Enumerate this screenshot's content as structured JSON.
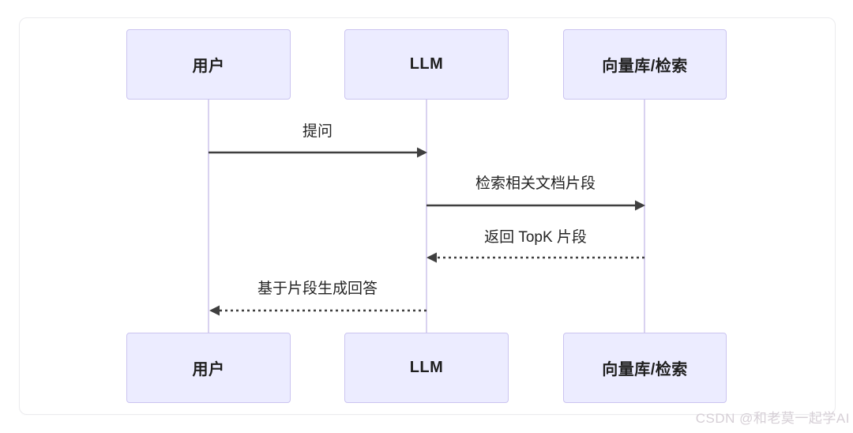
{
  "diagram": {
    "actors": [
      {
        "id": "user",
        "label": "用户"
      },
      {
        "id": "llm",
        "label": "LLM"
      },
      {
        "id": "vector",
        "label": "向量库/检索"
      }
    ],
    "messages": [
      {
        "label": "提问",
        "from": "用户",
        "to": "LLM",
        "line": "solid",
        "direction": "right"
      },
      {
        "label": "检索相关文档片段",
        "from": "LLM",
        "to": "向量库/检索",
        "line": "solid",
        "direction": "right"
      },
      {
        "label": "返回 TopK 片段",
        "from": "向量库/检索",
        "to": "LLM",
        "line": "dashed",
        "direction": "left"
      },
      {
        "label": "基于片段生成回答",
        "from": "LLM",
        "to": "用户",
        "line": "dashed",
        "direction": "left"
      }
    ],
    "colors": {
      "actor_fill": "#ECECFF",
      "actor_border": "#CBC4F0",
      "lifeline": "#D9D2F0",
      "arrow": "#3F3F3F",
      "text": "#1F1F1F"
    }
  },
  "watermark": {
    "text": "CSDN @和老莫一起学AI"
  }
}
